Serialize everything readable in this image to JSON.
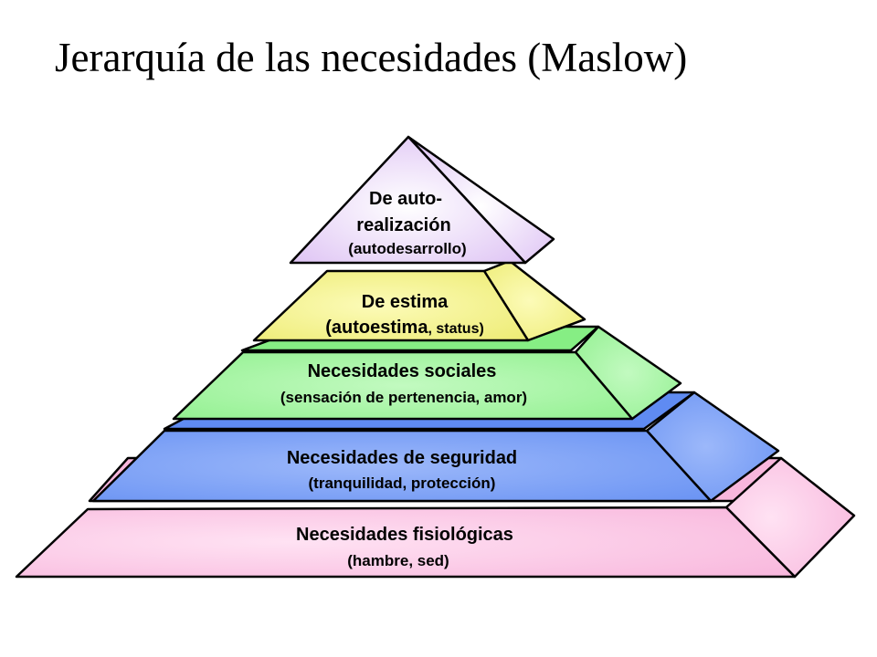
{
  "slide": {
    "title": "Jerarquía de las necesidades (Maslow)"
  },
  "pyramid": {
    "levels": [
      {
        "id": "fisiologicas",
        "title": "Necesidades fisiológicas",
        "detail": "(hambre, sed)",
        "color": "#FBC1E3"
      },
      {
        "id": "seguridad",
        "title": "Necesidades de seguridad",
        "detail": "(tranquilidad, protección)",
        "color": "#6E97F5"
      },
      {
        "id": "sociales",
        "title": "Necesidades sociales",
        "detail": "(sensación de pertenencia, amor)",
        "color": "#8CF08A"
      },
      {
        "id": "estima",
        "title": "De estima",
        "detail_main": "(autoestima",
        "detail_small": ", status)",
        "color": "#EEEC6C"
      },
      {
        "id": "autorrealizacion",
        "title_line1": "De auto-",
        "title_line2": "realización",
        "detail": "(autodesarrollo)",
        "color": "#E2C8F4"
      }
    ]
  }
}
